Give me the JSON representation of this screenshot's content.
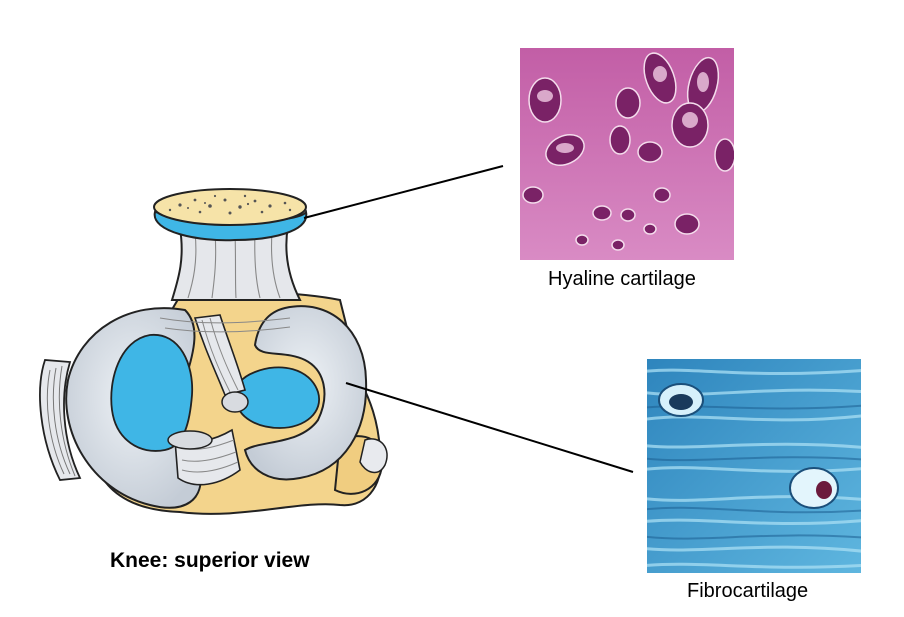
{
  "figure": {
    "knee_caption": "Knee: superior view",
    "hyaline_caption": "Hyaline cartilage",
    "fibro_caption": "Fibrocartilage"
  },
  "colors": {
    "hyaline_stain": "#b8559a",
    "fibro_stain": "#3f9fce",
    "articular_cartilage": "#3fb6e6",
    "meniscus": "#d8e0e8",
    "bone": "#f3d48c"
  }
}
